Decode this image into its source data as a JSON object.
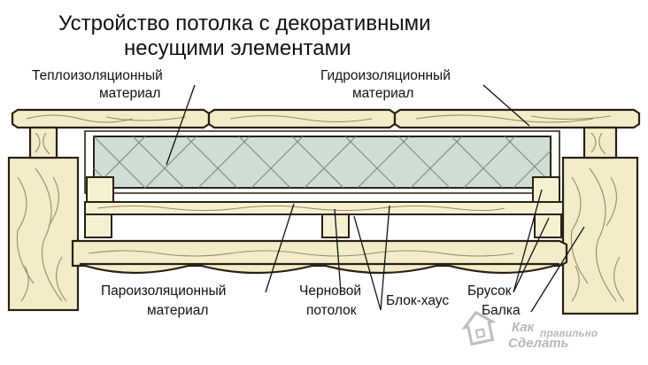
{
  "title": {
    "line1": "Устройство потолка с декоративными",
    "line2": "несущими элементами"
  },
  "labels": {
    "insulation": {
      "line1": "Теплоизоляционный",
      "line2": "материал"
    },
    "waterproofing": {
      "line1": "Гидроизоляционный",
      "line2": "материал"
    },
    "vapor_barrier": {
      "line1": "Пароизоляционный",
      "line2": "материал"
    },
    "rough_ceiling": {
      "line1": "Черновой",
      "line2": "потолок"
    },
    "block_house": "Блок-хаус",
    "bar": "Брусок",
    "beam": "Балка"
  },
  "watermark": {
    "word1": "Как",
    "word2": "правильно",
    "word3": "Сделать"
  },
  "colors": {
    "wood": "#f3ecc8",
    "insulation": "#cfddd3",
    "outline": "#2a2014"
  }
}
